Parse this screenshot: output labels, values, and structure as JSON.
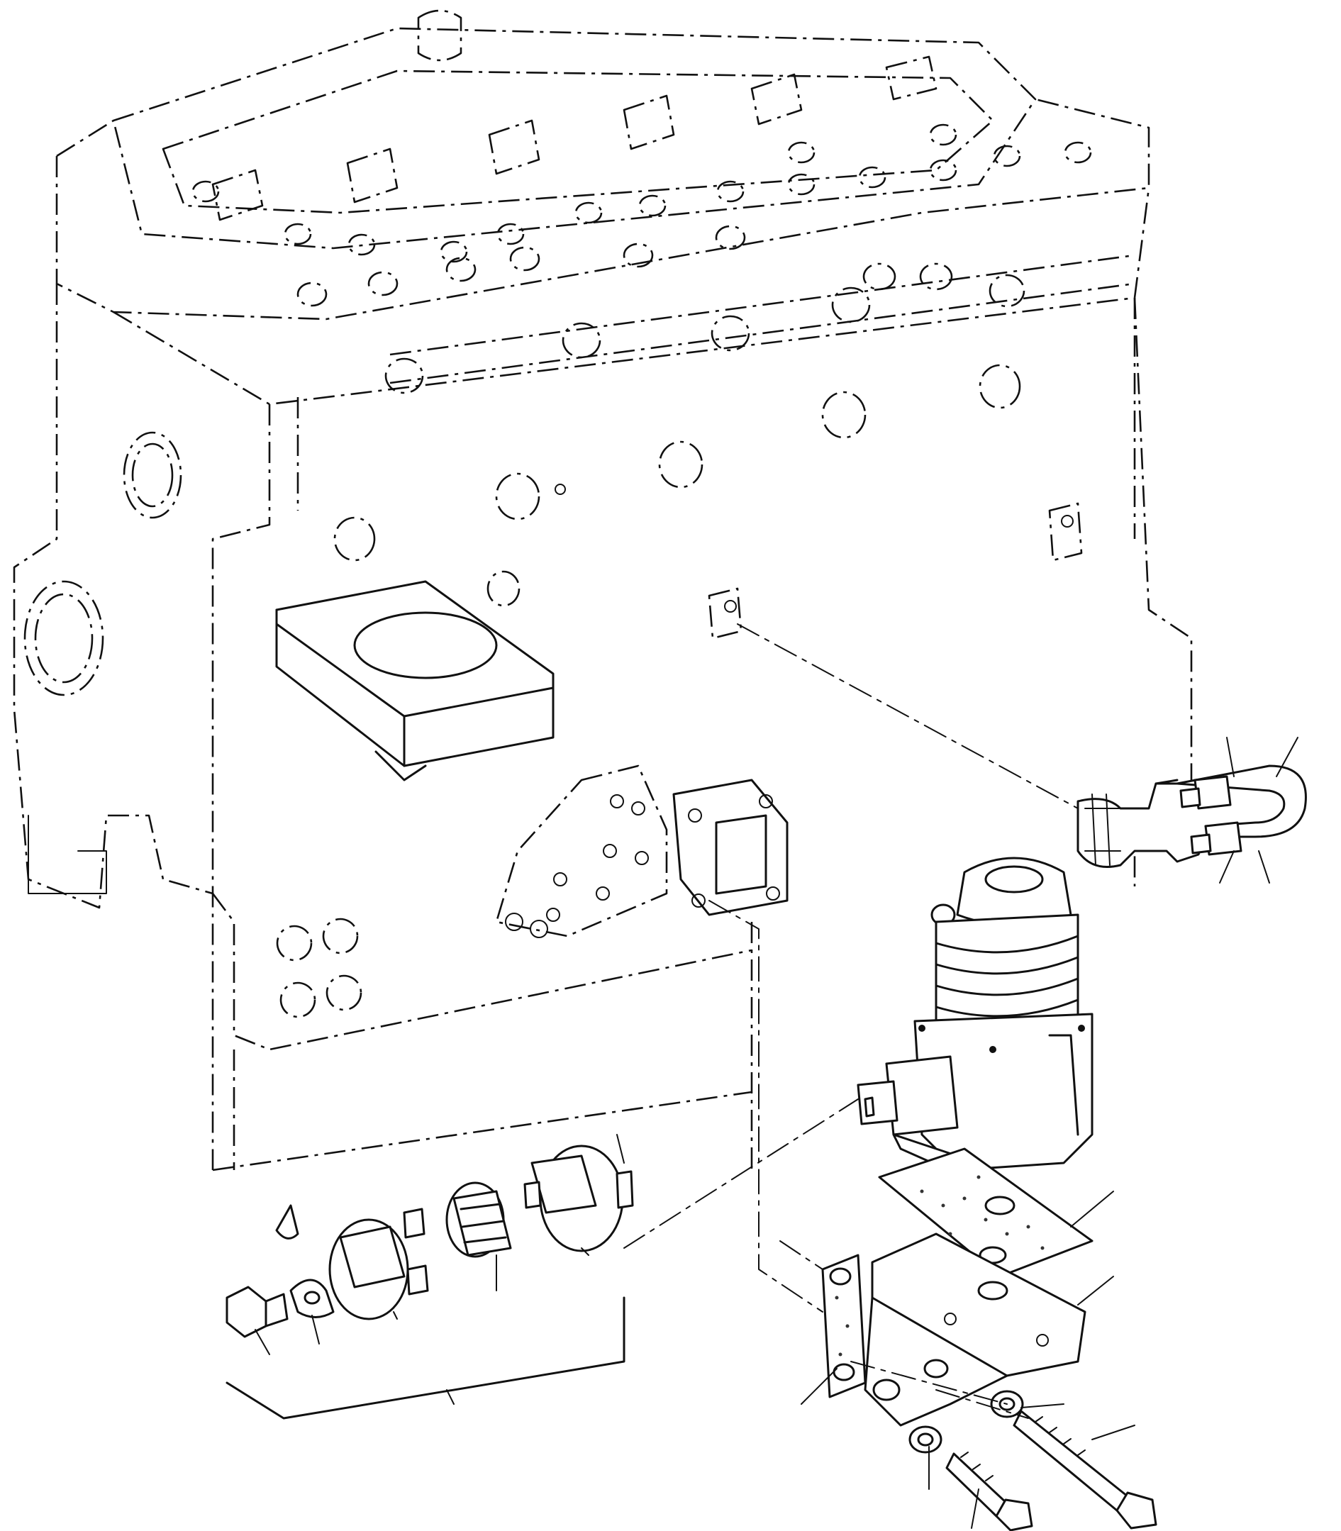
{
  "figure": {
    "background": "#ffffff",
    "ink": "#111111"
  },
  "components": [
    {
      "name": "engine-block",
      "icon": "engine-block-outline"
    },
    {
      "name": "air-compressor",
      "icon": "compressor-drawing"
    },
    {
      "name": "coupling-assembly",
      "icon": "coupling-parts"
    },
    {
      "name": "delivery-pipe",
      "icon": "u-tube-pipe"
    },
    {
      "name": "mounting-bracket",
      "icon": "bracket-drawing"
    },
    {
      "name": "fasteners",
      "icon": "bolt-washer-set"
    }
  ]
}
